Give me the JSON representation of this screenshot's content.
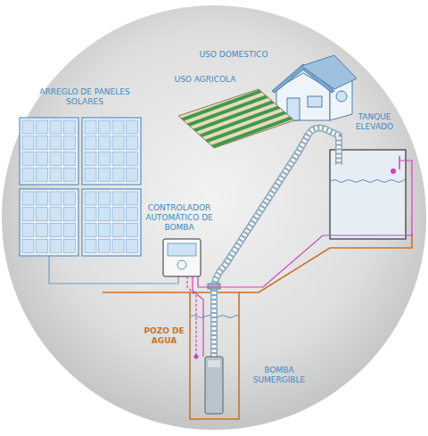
{
  "diagram": {
    "labels": [
      "USO DOMESTICO",
      "ARREGLO DE PANELES SOLARES",
      "USO AGRICOLA",
      "TANQUE ELEVADO",
      "CONTROLADOR AUTOMÁTICO DE BOMBA",
      "POZO DE AGUA",
      "BOMBA SUMERGIBLE"
    ]
  }
}
